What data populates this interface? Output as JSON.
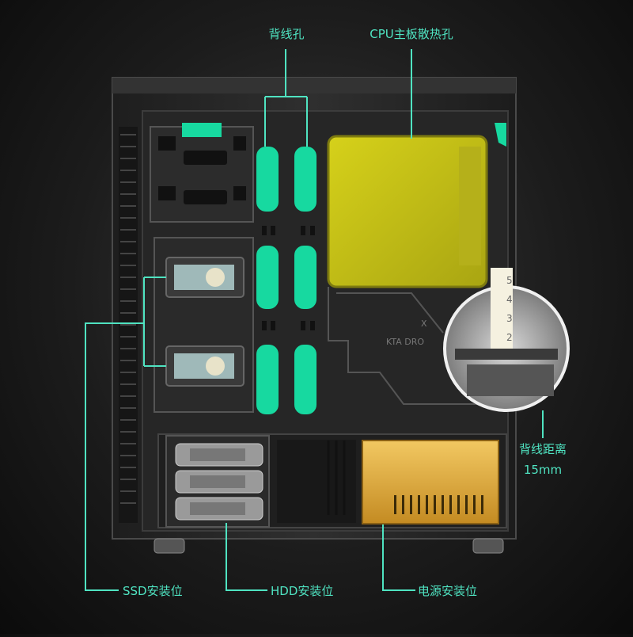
{
  "labels": {
    "cable_holes": "背线孔",
    "cpu_cutout": "CPU主板散热孔",
    "cable_clearance_line1": "背线距离",
    "cable_clearance_line2": "15mm",
    "ssd_mount": "SSD安装位",
    "hdd_mount": "HDD安装位",
    "psu_mount": "电源安装位"
  },
  "panel_text": {
    "brand_fragment_1": "KTA  DRO",
    "brand_fragment_2": "X"
  },
  "ruler_marks": [
    "2",
    "3",
    "4",
    "5"
  ],
  "colors": {
    "accent": "#4fe3c1",
    "grommet": "#17d9a0",
    "cpu_window": "#c9c415",
    "psu": "#e2b13a",
    "case_body": "#2a2a2a"
  }
}
